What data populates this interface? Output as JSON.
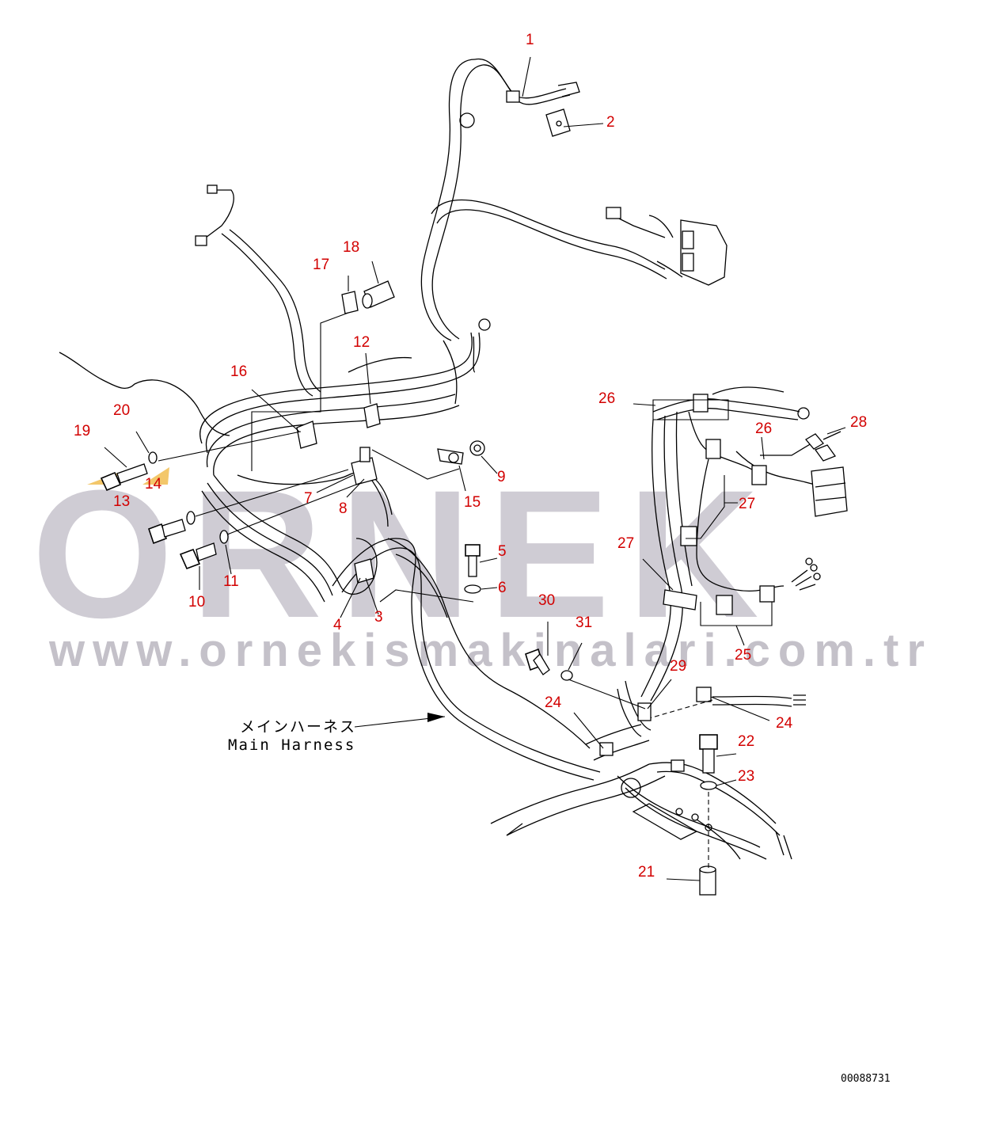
{
  "watermark": {
    "logo": "ORNEK",
    "url": "www.ornekismakinalari.com.tr"
  },
  "harness_label": {
    "japanese": "メインハーネス",
    "english": "Main Harness"
  },
  "drawing_number": "00088731",
  "callouts": {
    "c1": "1",
    "c2": "2",
    "c3": "3",
    "c4": "4",
    "c5": "5",
    "c6": "6",
    "c7": "7",
    "c8": "8",
    "c9": "9",
    "c10": "10",
    "c11": "11",
    "c12": "12",
    "c13": "13",
    "c14": "14",
    "c15": "15",
    "c16": "16",
    "c17": "17",
    "c18": "18",
    "c19": "19",
    "c20": "20",
    "c21": "21",
    "c22": "22",
    "c23": "23",
    "c24a": "24",
    "c24b": "24",
    "c25": "25",
    "c26a": "26",
    "c26b": "26",
    "c27a": "27",
    "c27b": "27",
    "c28": "28",
    "c29": "29",
    "c30": "30",
    "c31": "31"
  },
  "colors": {
    "callout_text": "#d20000",
    "line_art": "#000000",
    "watermark": "#c9c6cf",
    "highlight": "#f3c76a"
  }
}
